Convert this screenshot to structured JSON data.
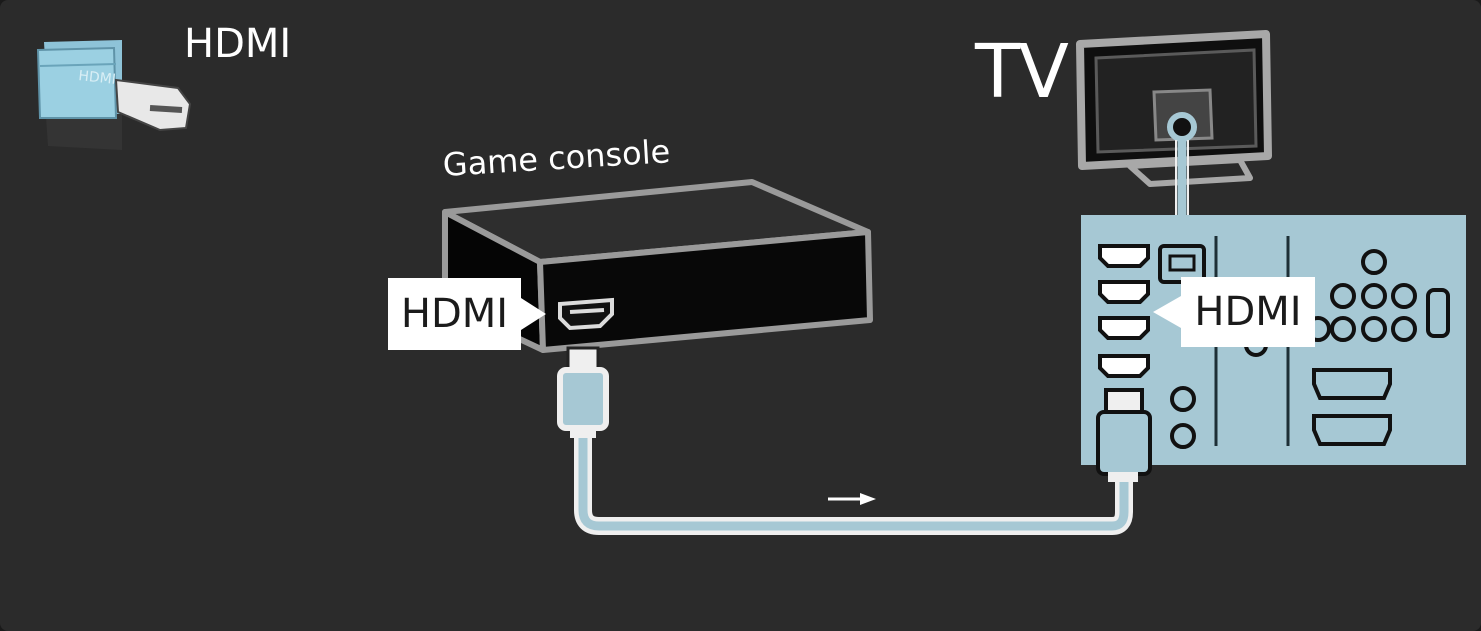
{
  "diagram": {
    "legend_label": "HDMI",
    "device_label": "Game console",
    "target_label": "TV",
    "device_port_callout": "HDMI",
    "tv_port_callout": "HDMI"
  },
  "icons": {
    "legend": "hdmi-adapter-icon",
    "flow": "arrow-right-icon"
  },
  "colors": {
    "background": "#2b2b2b",
    "panel": "#a6c8d4",
    "cable": "#a6c8d4",
    "callout": "#ffffff",
    "text": "#ffffff"
  }
}
